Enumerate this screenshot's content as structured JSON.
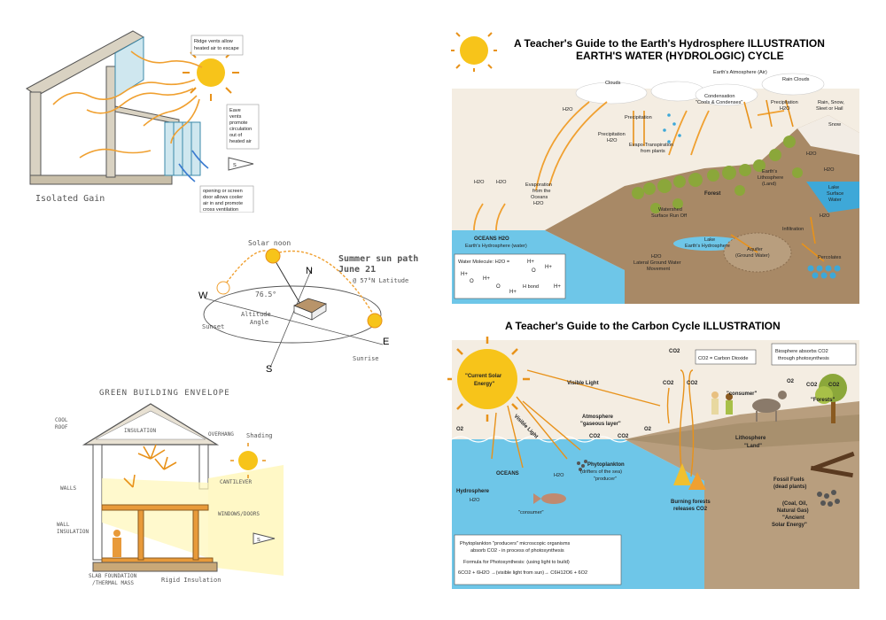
{
  "isolated_gain": {
    "title": "Isolated Gain",
    "callout_ridge": [
      "Ridge vents allow",
      "heated air to escape"
    ],
    "callout_eave": [
      "Eave",
      "vents",
      "promote",
      "circulation",
      "out of",
      "heated air"
    ],
    "callout_opening": [
      "opening or screen",
      "door allows cooler",
      "air in and promote",
      "cross ventilation"
    ],
    "south": "S"
  },
  "sun_path": {
    "solar_noon": "Solar noon",
    "title_line1": "Summer sun path",
    "title_line2": "June 21",
    "latitude": "@ 57°N Latitude",
    "angle": "76.5°",
    "altitude_1": "Altitude",
    "altitude_2": "Angle",
    "west": "W",
    "north": "N",
    "east": "E",
    "south": "S",
    "sunset": "Sunset",
    "sunrise": "Sunrise"
  },
  "envelope": {
    "title": "GREEN BUILDING ENVELOPE",
    "cool_roof": [
      "COOL",
      "ROOF"
    ],
    "insulation": "INSULATION",
    "overhang": "OVERHANG",
    "shading": "Shading",
    "walls": "WALLS",
    "cantilever": "CANTILEVER",
    "windows_doors": "WINDOWS/DOORS",
    "wall_insulation": [
      "WALL",
      "INSULATION"
    ],
    "slab": [
      "SLAB FOUNDATION",
      "/THERMAL MASS"
    ],
    "rigid": "Rigid Insulation",
    "south": "S"
  },
  "hydro": {
    "title1": "A Teacher's Guide to the Earth's Hydrosphere ILLUSTRATION",
    "title2": "EARTH'S WATER (HYDROLOGIC) CYCLE",
    "atmosphere": "Earth's Atmosphere (Air)",
    "clouds": "Clouds",
    "rain_clouds": "Rain Clouds",
    "condensation": [
      "Condensation",
      "\"Cools & Condenses\""
    ],
    "precipitation": "Precipitation",
    "precip_h2o": [
      "Precipitation",
      "H2O"
    ],
    "rain_snow": [
      "Rain, Snow,",
      "Sleet or Hail"
    ],
    "snow": "Snow",
    "evapo": [
      "Evapo-Transpiration",
      "from plants"
    ],
    "h2o": "H2O",
    "evaporation": [
      "Evaporation",
      "from the",
      "Oceans",
      "H2O"
    ],
    "oceans": [
      "OCEANS H2O",
      "Earth's Hydrosphere (water)"
    ],
    "forest": "Forest",
    "watershed": [
      "Watershed",
      "Surface Run Off"
    ],
    "lithosphere": [
      "Earth's",
      "Lithosphere",
      "(Land)"
    ],
    "lake": [
      "Lake",
      "Earth's Hydrosphere"
    ],
    "lake_surface": [
      "Lake",
      "Surface",
      "Water"
    ],
    "infiltration": "Infiltration",
    "aquifer": [
      "Aquifer",
      "(Ground Water)"
    ],
    "lateral": [
      "H2O",
      "Lateral Ground Water",
      "Movement"
    ],
    "percolates": "Percolates",
    "molecule": "Water Molecule: H2O =",
    "hbond": "H bond"
  },
  "carbon": {
    "title": "A Teacher's Guide to the Carbon Cycle ILLUSTRATION",
    "solar": [
      "\"Current Solar",
      "Energy\""
    ],
    "visible_light": "Visible Light",
    "visible_light_2": "Visible Light",
    "co2_def": "CO2 = Carbon Dioxide",
    "biosphere": [
      "Biosphere absorbs CO2",
      "through photosynthesis"
    ],
    "consumer": "\"consumer\"",
    "forests": "\"Forests\"",
    "atmosphere": [
      "Atmosphere",
      "\"gaseous layer\""
    ],
    "co2": "CO2",
    "o2": "O2",
    "oceans": "OCEANS",
    "hydrosphere": "Hydrosphere",
    "h2o": "H2O",
    "phyto": [
      "Phytoplankton",
      "(drifters of the sea)",
      "\"producer\""
    ],
    "consumer_fish": "\"consumer\"",
    "lithosphere": [
      "Lithosphere",
      "\"Land\""
    ],
    "fossil": [
      "Fossil Fuels",
      "(dead plants)"
    ],
    "coal": [
      "(Coal, Oil,",
      "Natural Gas)",
      "\"Ancient",
      "Solar Energy\""
    ],
    "burning": [
      "Burning forests",
      "releases CO2"
    ],
    "box_line1": "Phytoplankton \"producers\" microscopic organisms",
    "box_line2": "absorb CO2 - in process of photosynthesis",
    "box_line3": "Formula for Photosynthesis: (using light to build)",
    "box_line4": "6CO2 + 6H2O →(visible light from sun)→ C6H12O6 + 6O2"
  },
  "colors": {
    "sun": "#f7c41a",
    "sun_ray": "#e8921a",
    "arrow": "#f0a030",
    "ocean": "#6ec6e8",
    "land": "#a88966",
    "sky": "#f4ede2",
    "glass": "#cfe7ef"
  }
}
